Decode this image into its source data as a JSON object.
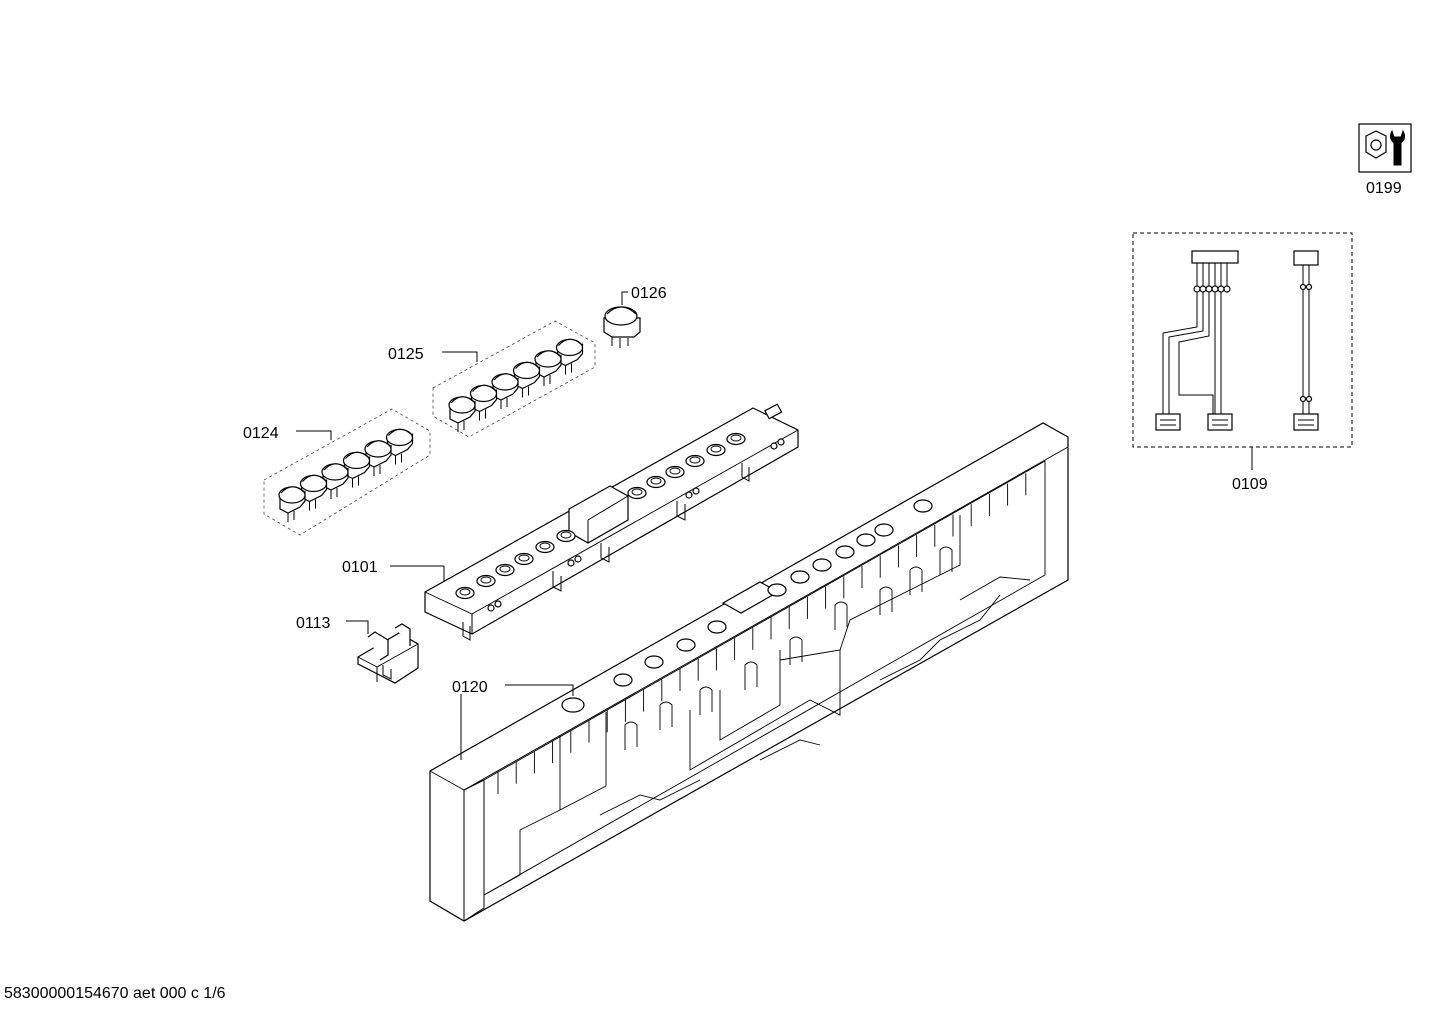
{
  "labels": {
    "p0199": "0199",
    "p0126": "0126",
    "p0125": "0125",
    "p0124": "0124",
    "p0101": "0101",
    "p0113": "0113",
    "p0120": "0120",
    "p0109": "0109"
  },
  "footer": "58300000154670 aet 000 c 1/6",
  "icons": {
    "service": "service-tool-icon"
  }
}
